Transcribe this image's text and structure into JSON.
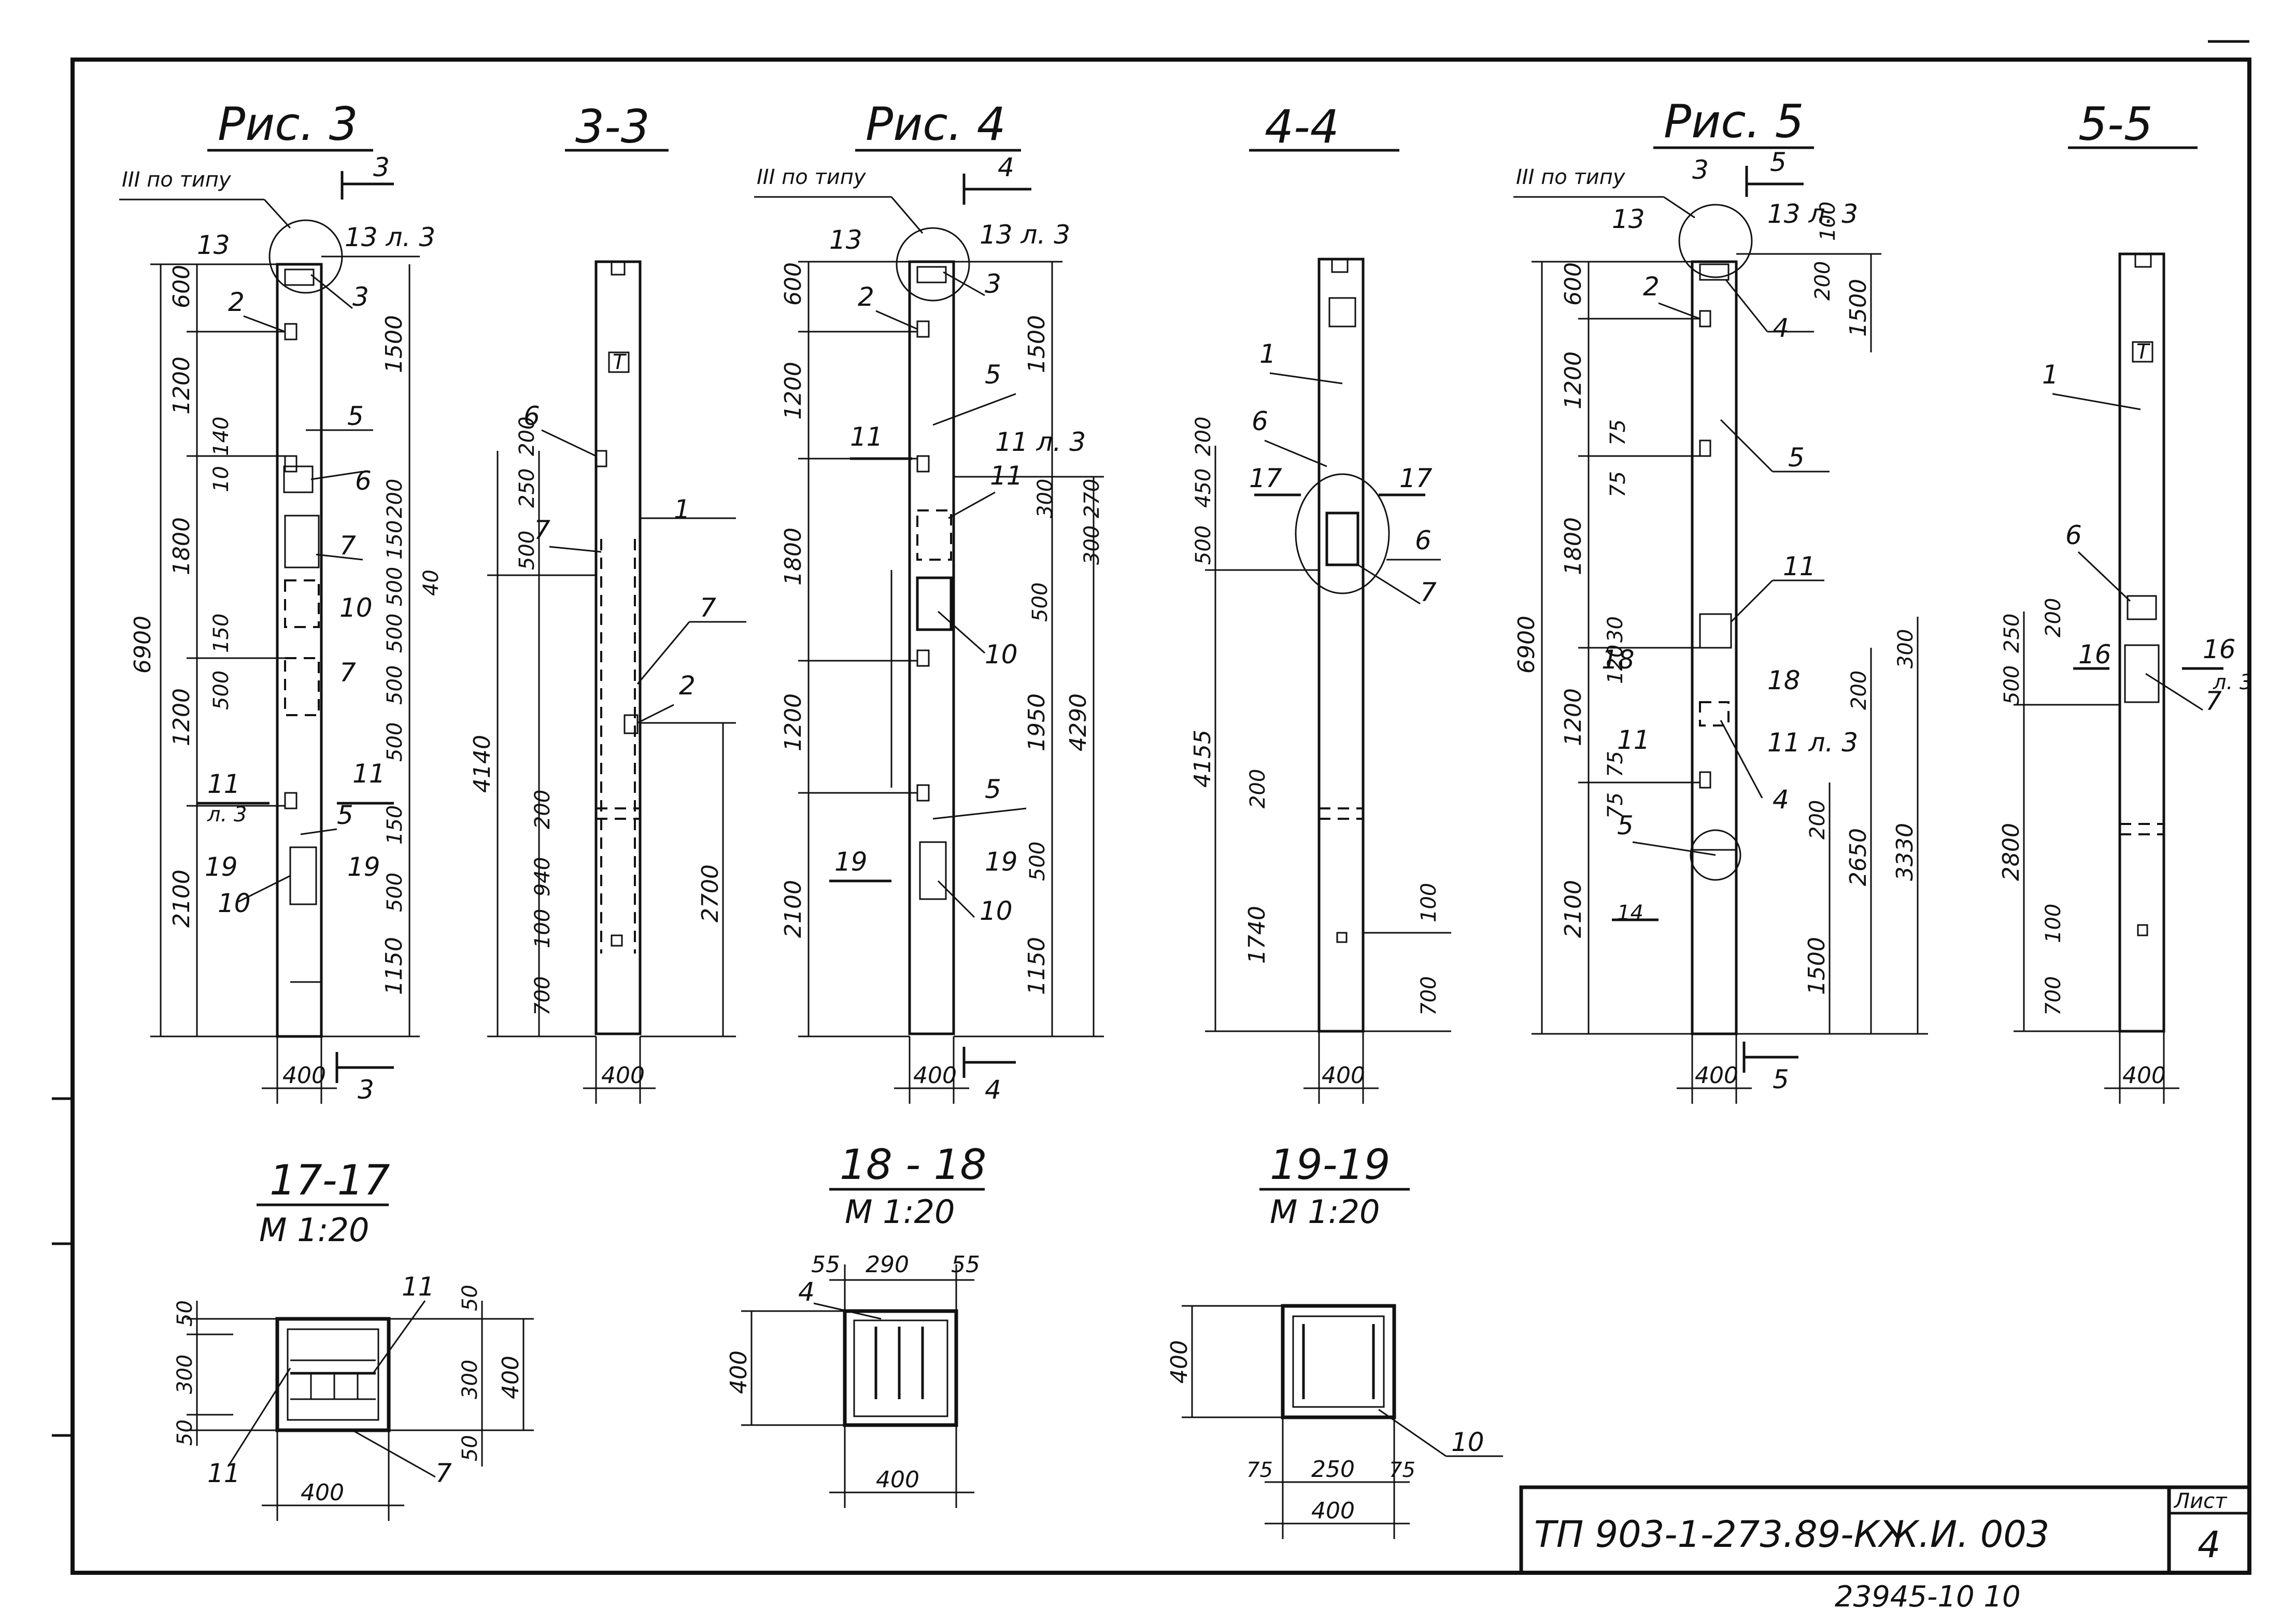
{
  "sheet": {
    "code": "ТП 903-1-273.89-КЖ.И. 003",
    "sheet_label": "Лист",
    "sheet_number": "4",
    "inventory": "23945-10   10"
  },
  "figures": {
    "fig3": {
      "title": "Рис. 3",
      "note": "III по типу",
      "section_arrow": "3",
      "left_dims": [
        "6900",
        "600",
        "1200",
        "1800",
        "1200",
        "2100",
        "10",
        "140",
        "150",
        "500"
      ],
      "right_dims": [
        "1500",
        "200",
        "150",
        "500",
        "40",
        "500",
        "500",
        "500",
        "150",
        "500",
        "1150"
      ],
      "callouts": [
        "2",
        "3",
        "5",
        "6",
        "7",
        "10",
        "7",
        "5",
        "10"
      ],
      "section_marks": [
        "13",
        "13 л. 3",
        "11",
        "11",
        "л. 3",
        "19",
        "19"
      ],
      "width": "400"
    },
    "sec33": {
      "title": "3-3",
      "left_dims": [
        "200",
        "250",
        "500",
        "4140",
        "200",
        "940",
        "100",
        "700"
      ],
      "right_dims": [
        "2700"
      ],
      "callouts": [
        "6",
        "7",
        "1",
        "7",
        "2"
      ],
      "badge": "Т",
      "width": "400"
    },
    "fig4": {
      "title": "Рис. 4",
      "note": "III по типу",
      "section_arrow": "4",
      "left_dims": [
        "600",
        "1200",
        "1800",
        "1200",
        "2100"
      ],
      "right_dims": [
        "1500",
        "300",
        "270",
        "300",
        "500",
        "1950",
        "4290",
        "500",
        "1150"
      ],
      "callouts": [
        "2",
        "3",
        "5",
        "11",
        "10",
        "5",
        "10"
      ],
      "section_marks": [
        "13",
        "13 л. 3",
        "11",
        "11 л. 3",
        "19",
        "19"
      ],
      "width": "400"
    },
    "sec44": {
      "title": "4-4",
      "left_dims": [
        "200",
        "450",
        "500",
        "4155",
        "200",
        "1740"
      ],
      "right_dims": [
        "100",
        "700"
      ],
      "callouts": [
        "1",
        "6",
        "6",
        "7"
      ],
      "section_marks": [
        "17",
        "17"
      ],
      "width": "400"
    },
    "fig5": {
      "title": "Рис. 5",
      "note": "III по типу",
      "section_arrow": "5",
      "left_dims": [
        "6900",
        "600",
        "1200",
        "75",
        "75",
        "1800",
        "30",
        "120",
        "1200",
        "75",
        "75",
        "2100"
      ],
      "right_dims": [
        "100",
        "200",
        "1500",
        "300",
        "200",
        "200",
        "2650",
        "3330",
        "1500"
      ],
      "callouts": [
        "3",
        "2",
        "4",
        "5",
        "11",
        "4",
        "5"
      ],
      "section_marks": [
        "13",
        "13 л. 3",
        "18",
        "18",
        "11",
        "11 л. 3",
        "14"
      ],
      "width": "400"
    },
    "sec55": {
      "title": "5-5",
      "left_dims": [
        "200",
        "250",
        "500",
        "2800",
        "100",
        "700"
      ],
      "callouts": [
        "1",
        "6",
        "7"
      ],
      "section_marks": [
        "16",
        "16",
        "л. 3"
      ],
      "badge": "Т",
      "width": "400"
    }
  },
  "sections": {
    "s1717": {
      "title": "17-17",
      "scale": "М 1:20",
      "dims": [
        "50",
        "300",
        "50",
        "50",
        "300",
        "400",
        "50",
        "400"
      ],
      "callouts": [
        "11",
        "11",
        "7"
      ]
    },
    "s1818": {
      "title": "18 - 18",
      "scale": "М 1:20",
      "dims": [
        "55",
        "290",
        "55",
        "400",
        "400"
      ],
      "callouts": [
        "4"
      ]
    },
    "s1919": {
      "title": "19-19",
      "scale": "М 1:20",
      "dims": [
        "400",
        "75",
        "250",
        "75",
        "400"
      ],
      "callouts": [
        "10"
      ]
    }
  }
}
